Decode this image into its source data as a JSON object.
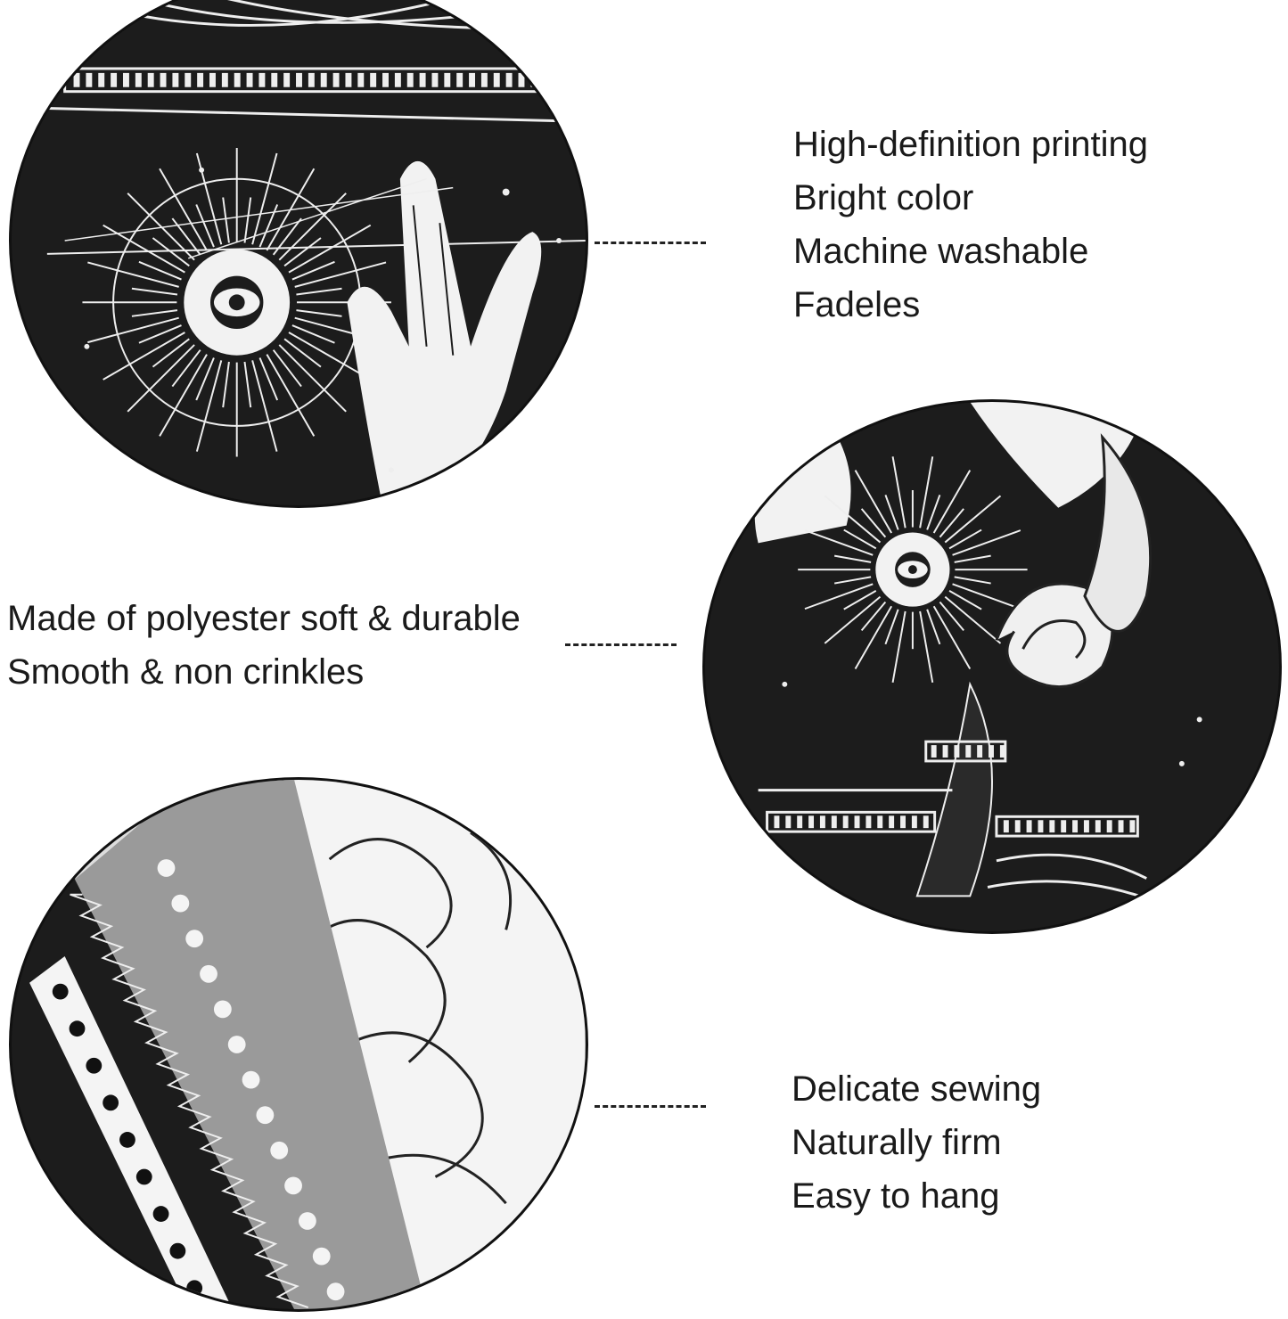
{
  "features": {
    "top_right": [
      "High-definition printing",
      "Bright color",
      "Machine washable",
      "Fadeles"
    ],
    "middle_left": [
      "Made of polyester soft & durable",
      "Smooth & non crinkles"
    ],
    "bottom_right": [
      "Delicate sewing",
      "Naturally firm",
      "Easy to hang"
    ]
  },
  "colors": {
    "fabric_black": "#1c1c1c",
    "fabric_white": "#f2f2f2",
    "hem_grey": "#9a9a9a",
    "connector": "#222222"
  }
}
